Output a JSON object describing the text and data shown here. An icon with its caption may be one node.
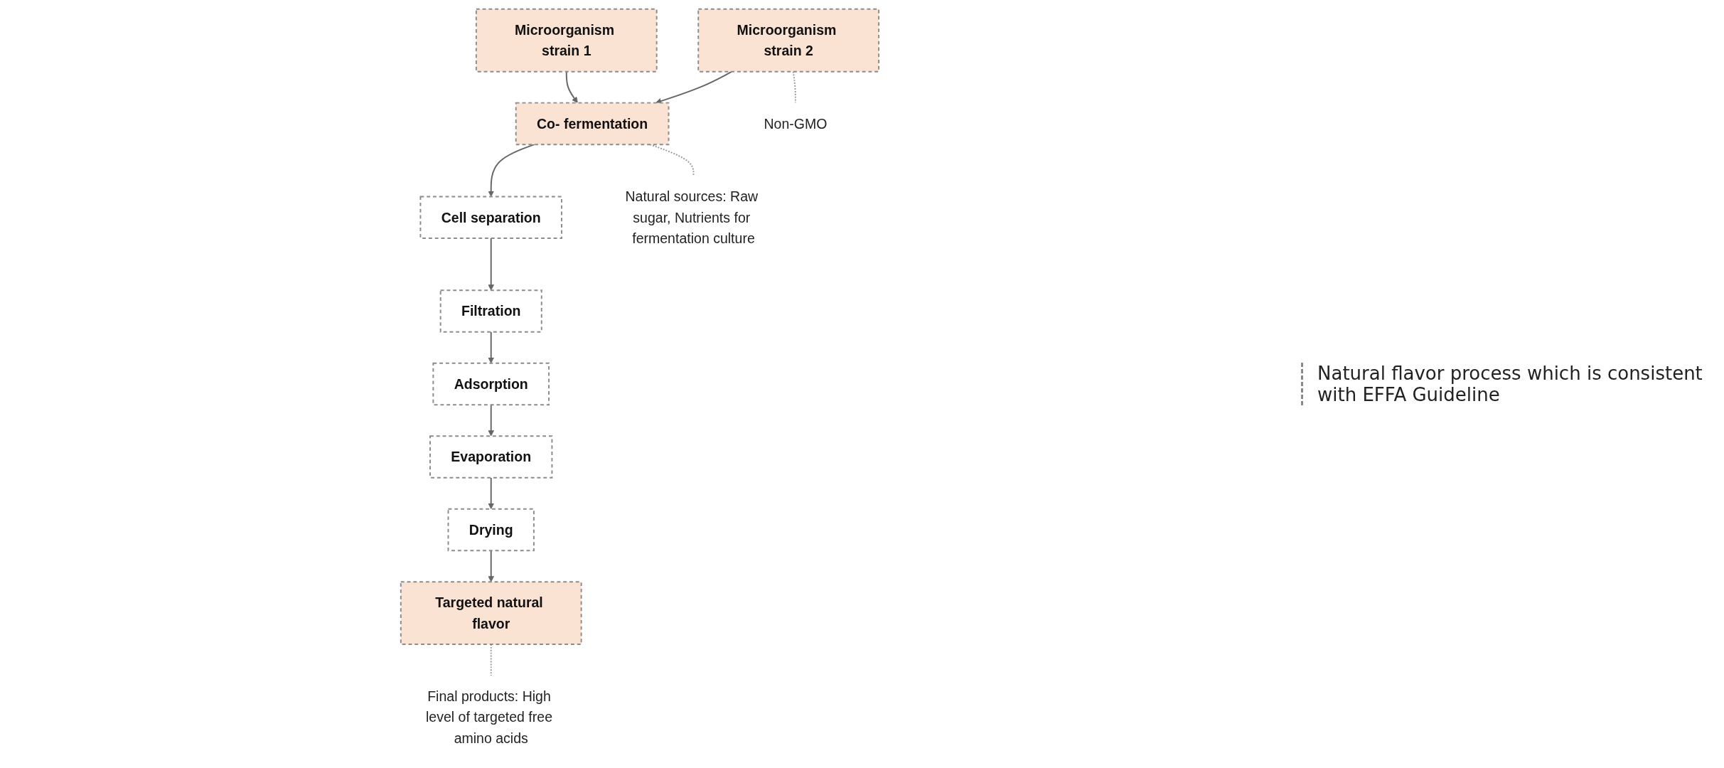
{
  "diagram": {
    "nodes": [
      {
        "text": [
          "Microorganism strain 1"
        ]
      },
      {
        "text": [
          "Microorganism strain 2"
        ]
      },
      {
        "text": [
          "Co- fermentation"
        ]
      },
      {
        "text": [
          "Cell separation"
        ]
      },
      {
        "text": [
          "Filtration"
        ]
      },
      {
        "text": [
          "Adsorption"
        ]
      },
      {
        "text": [
          "Evaporation"
        ]
      },
      {
        "text": [
          "Drying"
        ]
      },
      {
        "text": [
          "Targeted natural flavor"
        ]
      },
      {
        "text": [
          "Non-GMO"
        ]
      },
      {
        "text": [
          "Natural sources: Raw sugar, Nutrients for fermentation culture"
        ]
      },
      {
        "text": [
          "Final products: High level of targeted free amino acids"
        ]
      }
    ],
    "edges": [
      {
        "from": 0,
        "to": 2,
        "arrow": "to"
      },
      {
        "from": 1,
        "to": 2,
        "arrow": "to"
      },
      {
        "from": 2,
        "to": 3,
        "arrow": "to"
      },
      {
        "from": 3,
        "to": 4,
        "arrow": "to"
      },
      {
        "from": 4,
        "to": 5,
        "arrow": "to"
      },
      {
        "from": 5,
        "to": 6,
        "arrow": "to"
      },
      {
        "from": 6,
        "to": 7,
        "arrow": "to"
      },
      {
        "from": 7,
        "to": 8,
        "arrow": "to"
      },
      {
        "from": 1,
        "to": 9,
        "arrow": "none",
        "style": "dashed"
      },
      {
        "from": 2,
        "to": 10,
        "arrow": "none",
        "style": "dashed"
      },
      {
        "from": 8,
        "to": 11,
        "arrow": "none",
        "style": "dashed"
      }
    ],
    "labels": [
      "Natural flavor process which is consistent with EFFA Guideline"
    ]
  }
}
